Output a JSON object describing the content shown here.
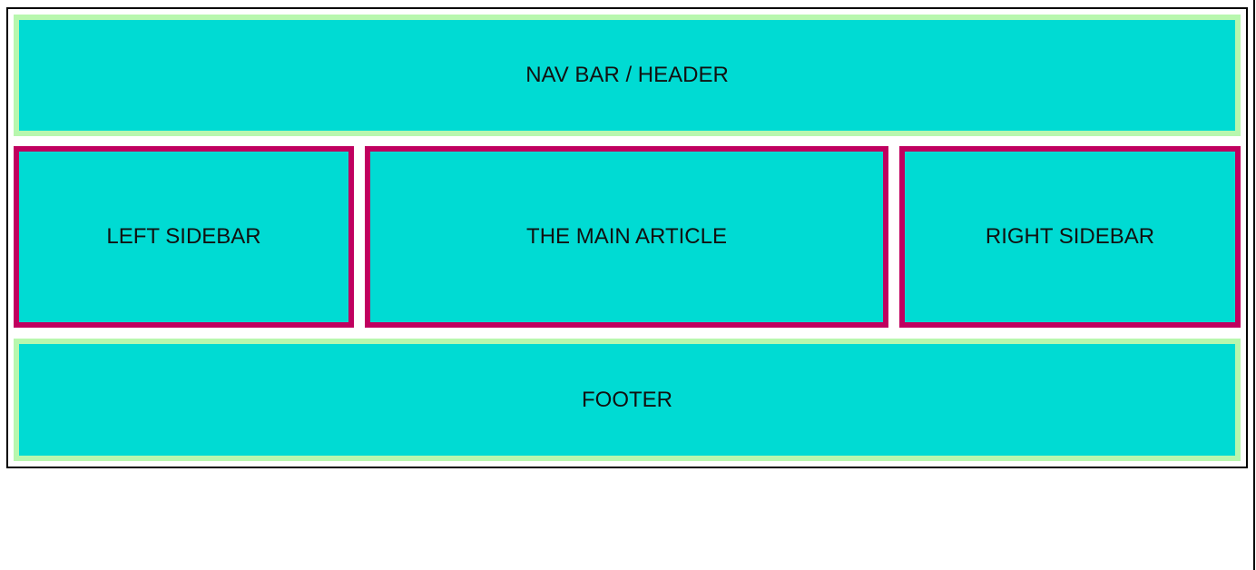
{
  "layout": {
    "header": {
      "label": "NAV BAR / HEADER"
    },
    "left_sidebar": {
      "label": "LEFT SIDEBAR"
    },
    "main_article": {
      "label": "THE MAIN ARTICLE"
    },
    "right_sidebar": {
      "label": "RIGHT SIDEBAR"
    },
    "footer": {
      "label": "FOOTER"
    }
  },
  "colors": {
    "box_fill": "#00dbd3",
    "header_footer_border": "#b8f7ae",
    "column_border": "#c0005f",
    "container_border": "#000000",
    "text": "#111111"
  }
}
